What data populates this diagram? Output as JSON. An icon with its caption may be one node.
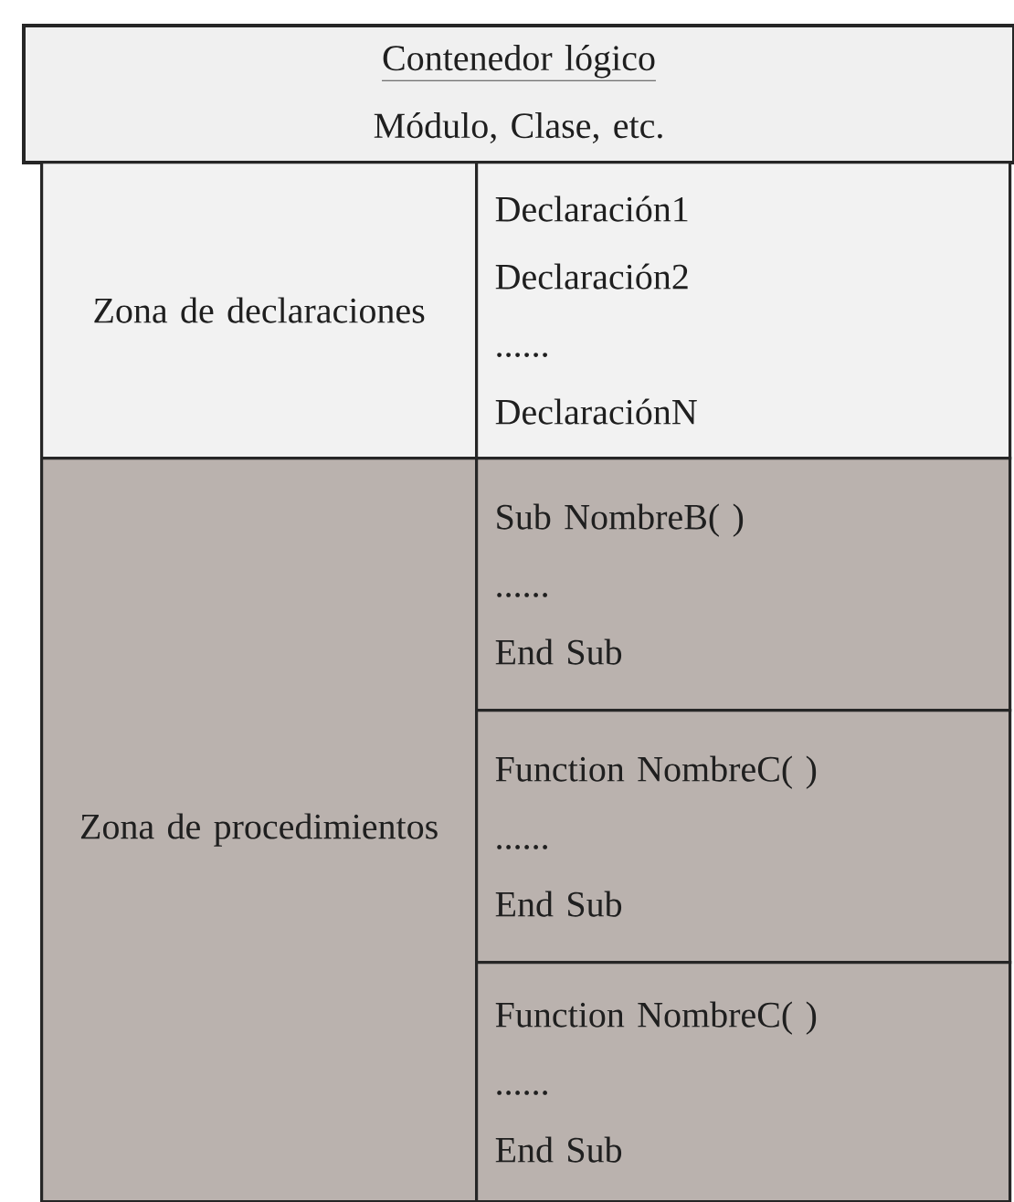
{
  "diagram": {
    "nodes": [
      {
        "text": [
          "Contenedor lógico",
          "Módulo, Clase, etc."
        ]
      },
      {
        "text": [
          "Zona de declaraciones"
        ]
      },
      {
        "text": [
          "Declaración1",
          "Declaración2",
          "......",
          "DeclaraciónN"
        ]
      },
      {
        "text": [
          "Zona de procedimientos"
        ]
      },
      {
        "text": [
          "Sub NombreB( )",
          "......",
          "End Sub"
        ]
      },
      {
        "text": [
          "Function NombreC( )",
          "......",
          "End Sub"
        ]
      },
      {
        "text": [
          "Function NombreC( )",
          "......",
          "End Sub"
        ]
      }
    ]
  }
}
